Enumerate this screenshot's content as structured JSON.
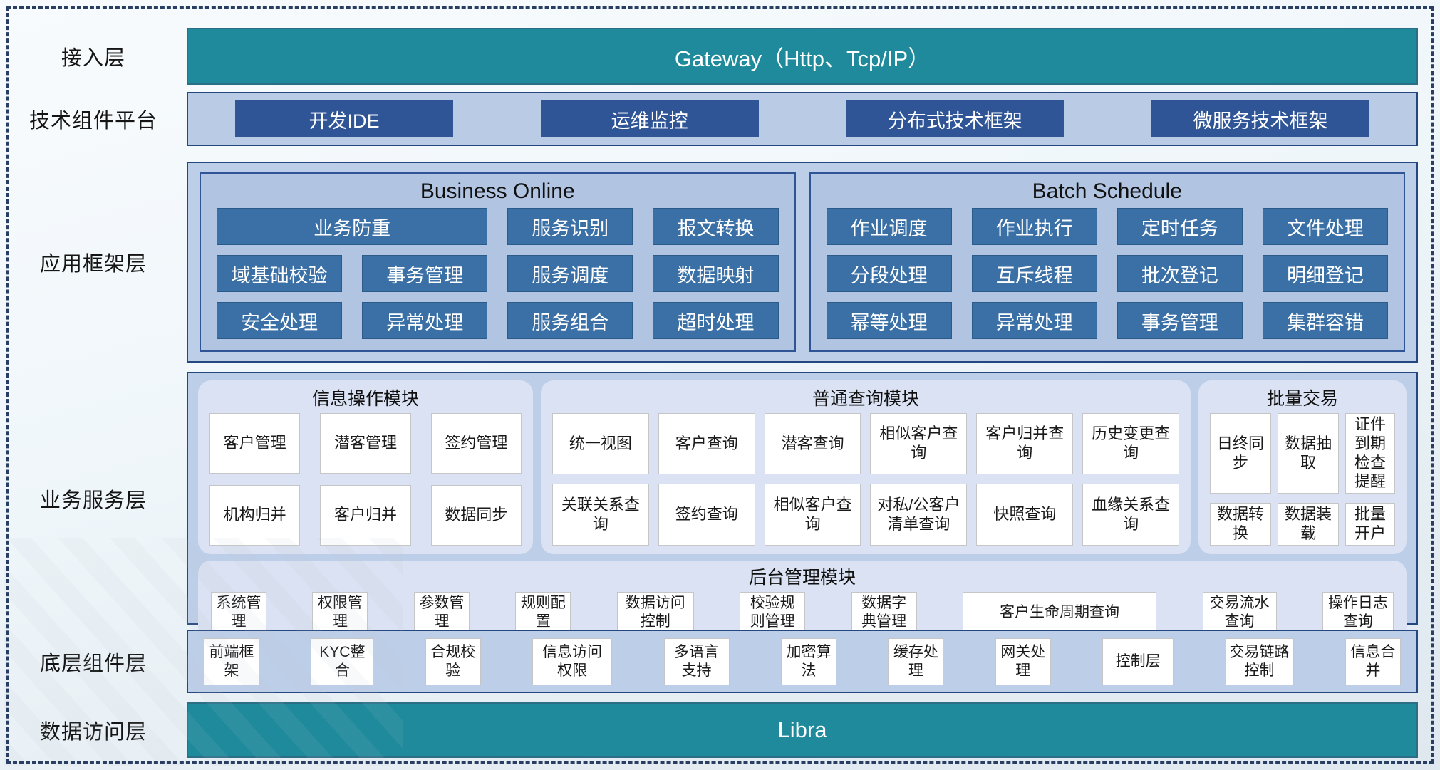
{
  "colors": {
    "teal_bar": "#1E8A9C",
    "dark_blue_button": "#2F5597",
    "mid_blue_button": "#3A70A6",
    "band_background": "#BCCEE8",
    "inner_panel_background": "#B1C5E3",
    "module_panel_background": "#DAE2F3",
    "navy_border": "#24477F",
    "dashed_frame": "#283F63"
  },
  "layers": {
    "access": {
      "label": "接入层",
      "gateway": "Gateway（Http、Tcp/IP）"
    },
    "tech": {
      "label": "技术组件平台",
      "items": [
        "开发IDE",
        "运维监控",
        "分布式技术框架",
        "微服务技术框架"
      ]
    },
    "app_framework": {
      "label": "应用框架层",
      "business_online": {
        "title": "Business Online",
        "row1": [
          "业务防重",
          "服务识别",
          "报文转换"
        ],
        "row2": [
          "域基础校验",
          "事务管理",
          "服务调度",
          "数据映射"
        ],
        "row3": [
          "安全处理",
          "异常处理",
          "服务组合",
          "超时处理"
        ]
      },
      "batch_schedule": {
        "title": "Batch Schedule",
        "row1": [
          "作业调度",
          "作业执行",
          "定时任务",
          "文件处理"
        ],
        "row2": [
          "分段处理",
          "互斥线程",
          "批次登记",
          "明细登记"
        ],
        "row3": [
          "幂等处理",
          "异常处理",
          "事务管理",
          "集群容错"
        ]
      }
    },
    "business_service": {
      "label": "业务服务层",
      "info_module": {
        "title": "信息操作模块",
        "row1": [
          "客户管理",
          "潜客管理",
          "签约管理"
        ],
        "row2": [
          "机构归并",
          "客户归并",
          "数据同步"
        ]
      },
      "query_module": {
        "title": "普通查询模块",
        "row1": [
          "统一视图",
          "客户查询",
          "潜客查询",
          "相似客户查询",
          "客户归并查询",
          "历史变更查询"
        ],
        "row2": [
          "关联关系查询",
          "签约查询",
          "相似客户查询",
          "对私/公客户清单查询",
          "快照查询",
          "血缘关系查询"
        ]
      },
      "batch_module": {
        "title": "批量交易",
        "row1": [
          "日终同步",
          "数据抽取",
          "证件到期检查提醒"
        ],
        "row2": [
          "数据转换",
          "数据装载",
          "批量开户"
        ]
      },
      "admin_module": {
        "title": "后台管理模块",
        "items": [
          "系统管理",
          "权限管理",
          "参数管理",
          "规则配置",
          "数据访问控制",
          "校验规则管理",
          "数据字典管理",
          "客户生命周期查询",
          "交易流水查询",
          "操作日志查询"
        ]
      }
    },
    "base_components": {
      "label": "底层组件层",
      "items": [
        "前端框架",
        "KYC整合",
        "合规校验",
        "信息访问权限",
        "多语言支持",
        "加密算法",
        "缓存处理",
        "网关处理",
        "控制层",
        "交易链路控制",
        "信息合并"
      ]
    },
    "data_access": {
      "label": "数据访问层",
      "bar": "Libra"
    }
  }
}
